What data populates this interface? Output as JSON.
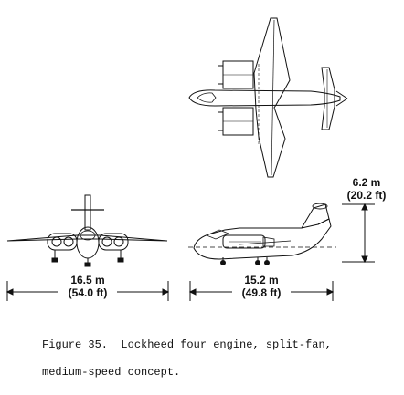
{
  "dimensions": {
    "span_m": "16.5 m",
    "span_ft": "(54.0 ft)",
    "length_m": "15.2 m",
    "length_ft": "(49.8 ft)",
    "height_m": "6.2 m",
    "height_ft": "(20.2 ft)"
  },
  "caption": {
    "line1": "Figure 35.  Lockheed four engine, split-fan,",
    "line2": "medium-speed concept."
  }
}
